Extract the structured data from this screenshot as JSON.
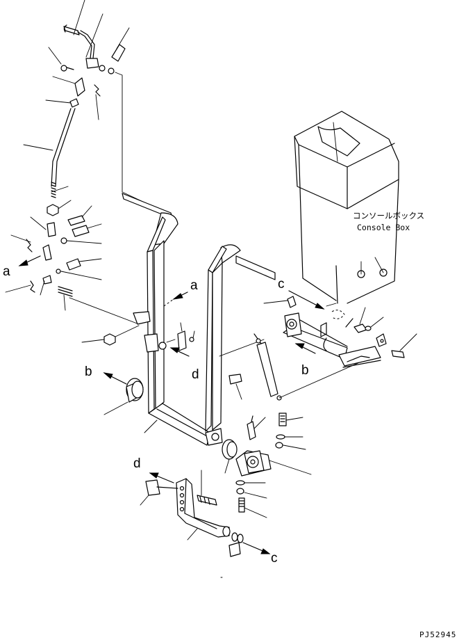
{
  "labels": {
    "console_box_jp": "コンソールボックス",
    "console_box_en": "Console Box",
    "drawing_code": "PJ52945"
  },
  "callouts": {
    "a": "a",
    "b": "b",
    "c": "c",
    "d": "d"
  }
}
